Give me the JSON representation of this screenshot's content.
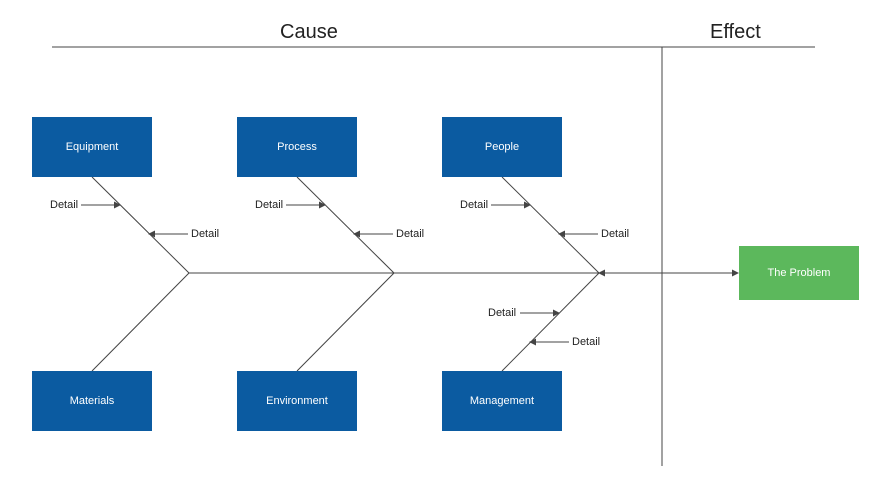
{
  "headers": {
    "cause": "Cause",
    "effect": "Effect"
  },
  "colors": {
    "category_fill": "#0b5ba1",
    "effect_fill": "#5cb85c",
    "line": "#444444"
  },
  "categories": {
    "equipment": "Equipment",
    "process": "Process",
    "people": "People",
    "materials": "Materials",
    "environment": "Environment",
    "management": "Management"
  },
  "effect": {
    "label": "The Problem"
  },
  "details": {
    "equipment": [
      "Detail",
      "Detail"
    ],
    "process": [
      "Detail",
      "Detail"
    ],
    "people": [
      "Detail",
      "Detail"
    ],
    "management": [
      "Detail",
      "Detail"
    ]
  }
}
